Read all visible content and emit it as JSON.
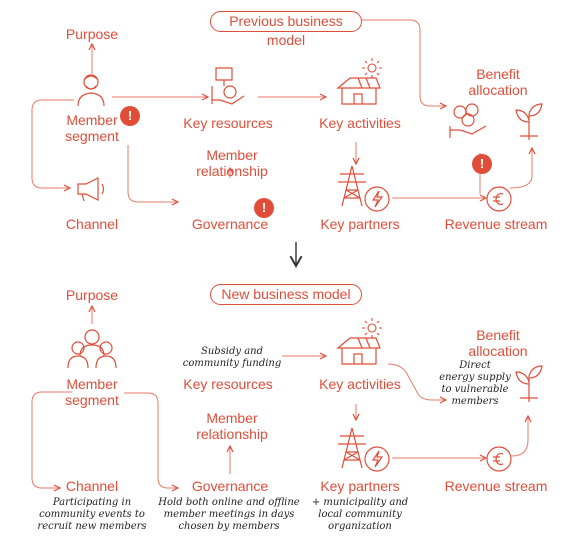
{
  "previous": {
    "title": "Previous business model",
    "purpose": "Purpose",
    "member_segment": "Member\nsegment",
    "key_resources": "Key resources",
    "key_activities": "Key activities",
    "benefit_allocation": "Benefit\nallocation",
    "member_relationship": "Member\nrelationship",
    "channel": "Channel",
    "governance": "Governance",
    "key_partners": "Key partners",
    "revenue_stream": "Revenue stream",
    "badge_text": "!"
  },
  "new": {
    "title": "New business model",
    "purpose": "Purpose",
    "member_segment": "Member\nsegment",
    "key_resources": "Key resources",
    "key_activities": "Key activities",
    "benefit_allocation": "Benefit\nallocation",
    "member_relationship": "Member\nrelationship",
    "channel": "Channel",
    "governance": "Governance",
    "key_partners": "Key partners",
    "revenue_stream": "Revenue stream",
    "notes": {
      "resources": "Subsidy and\ncommunity funding",
      "benefit": "Direct\nenergy supply\nto vulnerable\nmembers",
      "channel": "Participating in\ncommunity events to\nrecruit new members",
      "governance": "Hold both online and offline\nmember meetings in days\nchosen by members",
      "partners": "+ municipality and\nlocal community\norganization"
    }
  },
  "colors": {
    "accent": "#e04e3a",
    "handwriting": "#222222"
  },
  "icons": [
    "person-icon",
    "group-icon",
    "megaphone-icon",
    "coin-hand-icon",
    "house-solar-icon",
    "sun-icon",
    "pylon-icon",
    "lightning-icon",
    "euro-icon",
    "sprout-icon",
    "coins-hand-icon",
    "warning-icon"
  ]
}
